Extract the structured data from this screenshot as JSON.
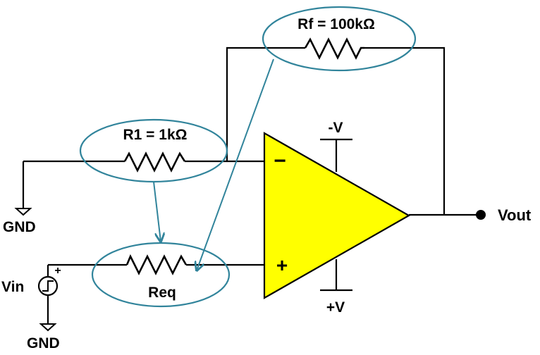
{
  "labels": {
    "rf": "Rf = 100kΩ",
    "r1": "R1 = 1kΩ",
    "req": "Req",
    "neg_supply": "-V",
    "pos_supply": "+V",
    "vout": "Vout",
    "vin": "Vin",
    "gnd_top": "GND",
    "gnd_bottom": "GND",
    "inverting_sign": "−",
    "noninverting_sign": "+",
    "source_plus": "+"
  },
  "colors": {
    "wire": "#000000",
    "opamp_fill": "#ffff00",
    "callout": "#31849b"
  },
  "icons": {
    "source": "step-voltage-source-icon",
    "ground": "ground-icon",
    "output_node": "terminal-dot-icon"
  }
}
